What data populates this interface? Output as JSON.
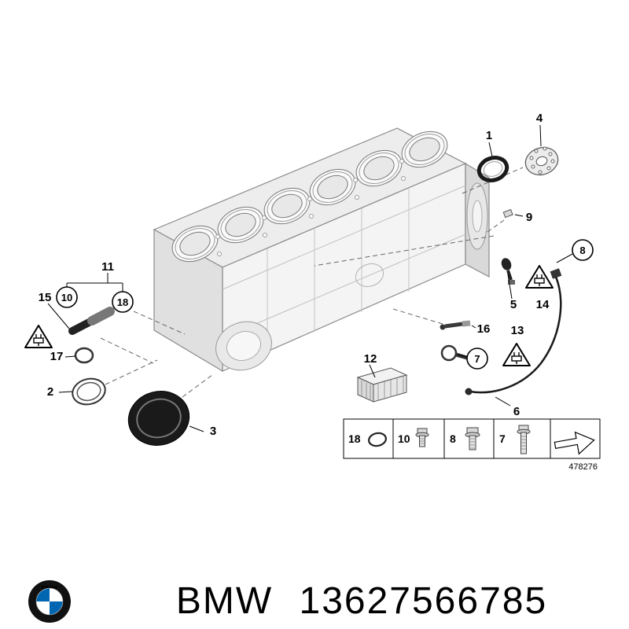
{
  "page": {
    "background": "#ffffff"
  },
  "callouts": {
    "c1": "1",
    "c2": "2",
    "c3": "3",
    "c4": "4",
    "c5": "5",
    "c6": "6",
    "c7": "7",
    "c8": "8",
    "c9": "9",
    "c10": "10",
    "c11": "11",
    "c12": "12",
    "c13": "13",
    "c14": "14",
    "c15": "15",
    "c16": "16",
    "c17": "17",
    "c18": "18"
  },
  "legend": {
    "items": [
      {
        "label": "18",
        "icon": "o-ring-icon"
      },
      {
        "label": "10",
        "icon": "flange-bolt-icon"
      },
      {
        "label": "8",
        "icon": "hex-bolt-icon"
      },
      {
        "label": "7",
        "icon": "long-bolt-icon"
      },
      {
        "label": "",
        "icon": "direction-arrow-icon"
      }
    ],
    "diagram_number": "478276"
  },
  "warnings": {
    "icon": "electrical-connector-warning-icon"
  },
  "footer": {
    "logo": "bmw-roundel-logo",
    "brand": "BMW",
    "part_number": "13627566785"
  },
  "colors": {
    "bmw_blue": "#0066B1",
    "ink": "#000000",
    "background": "#ffffff"
  }
}
